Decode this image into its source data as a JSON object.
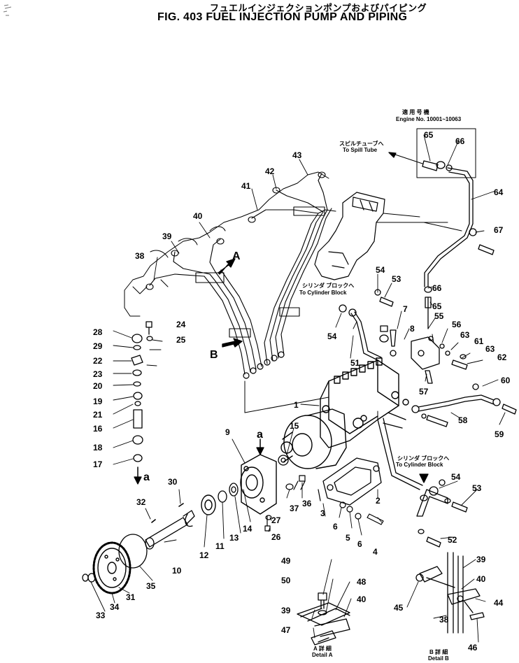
{
  "title": {
    "japanese": "フュエルインジェクションポンプおよびパイピング",
    "english": "FIG. 403  FUEL INJECTION PUMP AND PIPING"
  },
  "notes": {
    "engine_jp": "適 用 号 機",
    "engine_en": "Engine No. 10001~10063",
    "spill_jp": "スピルチューブへ",
    "spill_en": "To Spill Tube",
    "cyl_upper_jp": "シリンダ ブロックへ",
    "cyl_upper_en": "To Cylinder Block",
    "cyl_lower_jp": "シリンダ ブロックへ",
    "cyl_lower_en": "To Cylinder Block",
    "detail_a_jp": "A 詳 細",
    "detail_a_en": "Detail A",
    "detail_b_jp": "B 詳 細",
    "detail_b_en": "Detail B"
  },
  "view_markers": {
    "A": "A",
    "B": "B",
    "a_top": "a",
    "a_bottom": "a"
  },
  "callouts": [
    {
      "id": "c1",
      "text": "1"
    },
    {
      "id": "c2",
      "text": "2"
    },
    {
      "id": "c3",
      "text": "3"
    },
    {
      "id": "c4",
      "text": "4"
    },
    {
      "id": "c5",
      "text": "5"
    },
    {
      "id": "c6a",
      "text": "6"
    },
    {
      "id": "c6b",
      "text": "6"
    },
    {
      "id": "c7",
      "text": "7"
    },
    {
      "id": "c8",
      "text": "8"
    },
    {
      "id": "c9",
      "text": "9"
    },
    {
      "id": "c10",
      "text": "10"
    },
    {
      "id": "c11",
      "text": "11"
    },
    {
      "id": "c12",
      "text": "12"
    },
    {
      "id": "c13",
      "text": "13"
    },
    {
      "id": "c14",
      "text": "14"
    },
    {
      "id": "c15",
      "text": "15"
    },
    {
      "id": "c16",
      "text": "16"
    },
    {
      "id": "c17",
      "text": "17"
    },
    {
      "id": "c18",
      "text": "18"
    },
    {
      "id": "c19",
      "text": "19"
    },
    {
      "id": "c20",
      "text": "20"
    },
    {
      "id": "c21",
      "text": "21"
    },
    {
      "id": "c22",
      "text": "22"
    },
    {
      "id": "c23",
      "text": "23"
    },
    {
      "id": "c24",
      "text": "24"
    },
    {
      "id": "c25",
      "text": "25"
    },
    {
      "id": "c26",
      "text": "26"
    },
    {
      "id": "c27",
      "text": "27"
    },
    {
      "id": "c28",
      "text": "28"
    },
    {
      "id": "c29",
      "text": "29"
    },
    {
      "id": "c30",
      "text": "30"
    },
    {
      "id": "c31",
      "text": "31"
    },
    {
      "id": "c32",
      "text": "32"
    },
    {
      "id": "c33",
      "text": "33"
    },
    {
      "id": "c34",
      "text": "34"
    },
    {
      "id": "c35",
      "text": "35"
    },
    {
      "id": "c36",
      "text": "36"
    },
    {
      "id": "c37",
      "text": "37"
    },
    {
      "id": "c38",
      "text": "38"
    },
    {
      "id": "c39",
      "text": "39"
    },
    {
      "id": "c40",
      "text": "40"
    },
    {
      "id": "c41",
      "text": "41"
    },
    {
      "id": "c42",
      "text": "42"
    },
    {
      "id": "c43",
      "text": "43"
    },
    {
      "id": "c51",
      "text": "51"
    },
    {
      "id": "c52",
      "text": "52"
    },
    {
      "id": "c53a",
      "text": "53"
    },
    {
      "id": "c53b",
      "text": "53"
    },
    {
      "id": "c54a",
      "text": "54"
    },
    {
      "id": "c54b",
      "text": "54"
    },
    {
      "id": "c54c",
      "text": "54"
    },
    {
      "id": "c55",
      "text": "55"
    },
    {
      "id": "c56",
      "text": "56"
    },
    {
      "id": "c57",
      "text": "57"
    },
    {
      "id": "c58",
      "text": "58"
    },
    {
      "id": "c59",
      "text": "59"
    },
    {
      "id": "c60",
      "text": "60"
    },
    {
      "id": "c61",
      "text": "61"
    },
    {
      "id": "c62",
      "text": "62"
    },
    {
      "id": "c63a",
      "text": "63"
    },
    {
      "id": "c63b",
      "text": "63"
    },
    {
      "id": "c64",
      "text": "64"
    },
    {
      "id": "c65a",
      "text": "65"
    },
    {
      "id": "c65b",
      "text": "65"
    },
    {
      "id": "c66a",
      "text": "66"
    },
    {
      "id": "c66b",
      "text": "66"
    },
    {
      "id": "c67",
      "text": "67"
    },
    {
      "id": "d49",
      "text": "49"
    },
    {
      "id": "d50",
      "text": "50"
    },
    {
      "id": "d48",
      "text": "48"
    },
    {
      "id": "d40a",
      "text": "40"
    },
    {
      "id": "d39a",
      "text": "39"
    },
    {
      "id": "d47",
      "text": "47"
    },
    {
      "id": "d39b",
      "text": "39"
    },
    {
      "id": "d40b",
      "text": "40"
    },
    {
      "id": "d45",
      "text": "45"
    },
    {
      "id": "d44",
      "text": "44"
    },
    {
      "id": "d38",
      "text": "38"
    },
    {
      "id": "d46",
      "text": "46"
    }
  ]
}
